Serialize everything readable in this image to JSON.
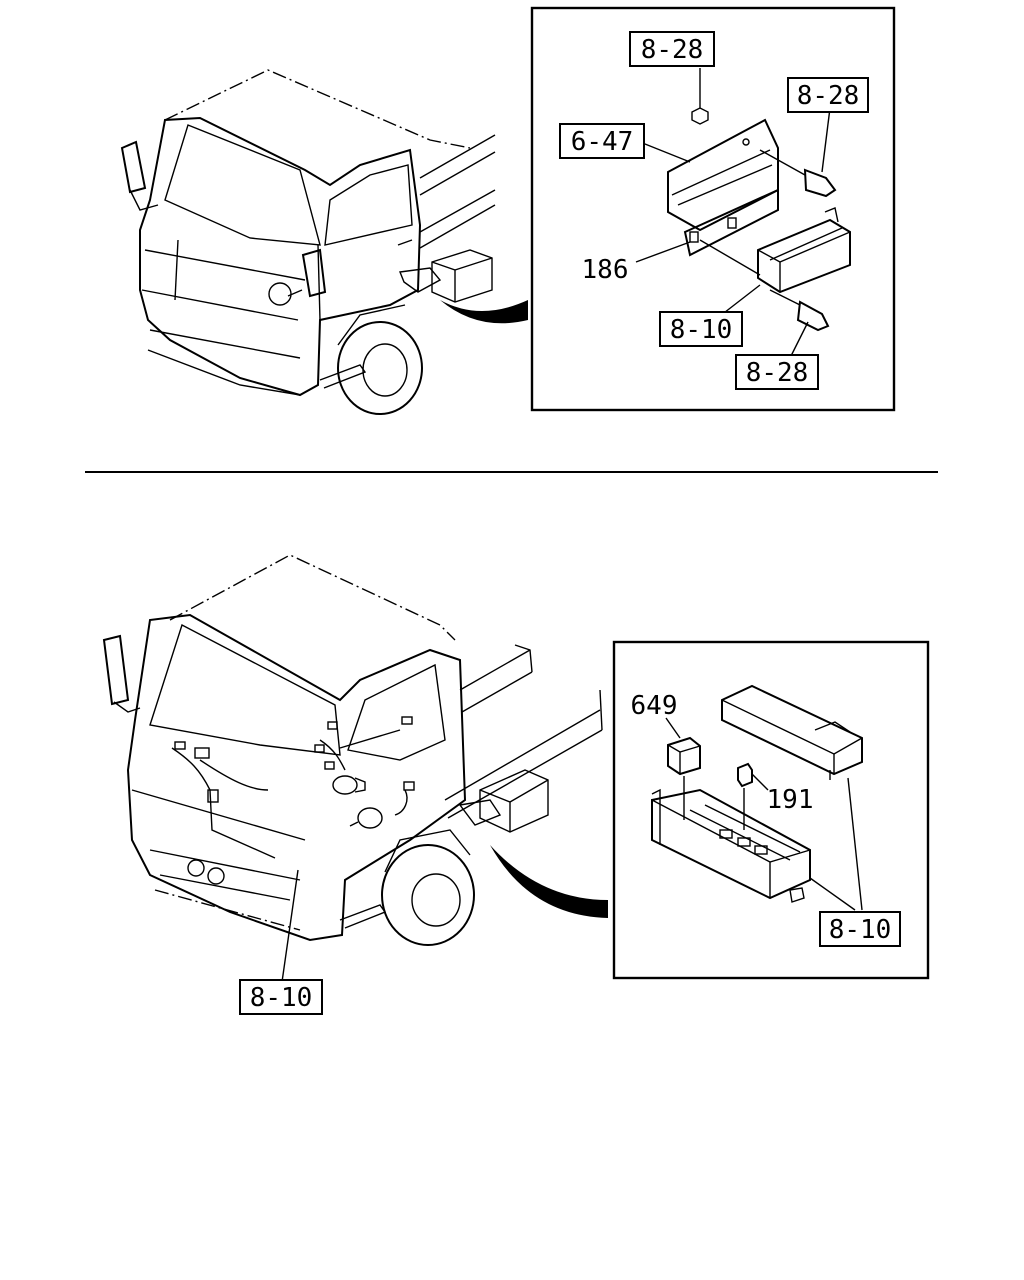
{
  "labels": {
    "top_bracket_nut": "8-28",
    "top_bolt_upper": "8-28",
    "top_bracket": "6-47",
    "top_callout_186": "186",
    "top_fuse_box": "8-10",
    "top_bolt_lower": "8-28",
    "bottom_harness": "8-10",
    "bottom_relay_649": "649",
    "bottom_relay_191": "191",
    "bottom_fuse_box": "8-10"
  },
  "colors": {
    "line": "#000000",
    "background": "#ffffff"
  }
}
